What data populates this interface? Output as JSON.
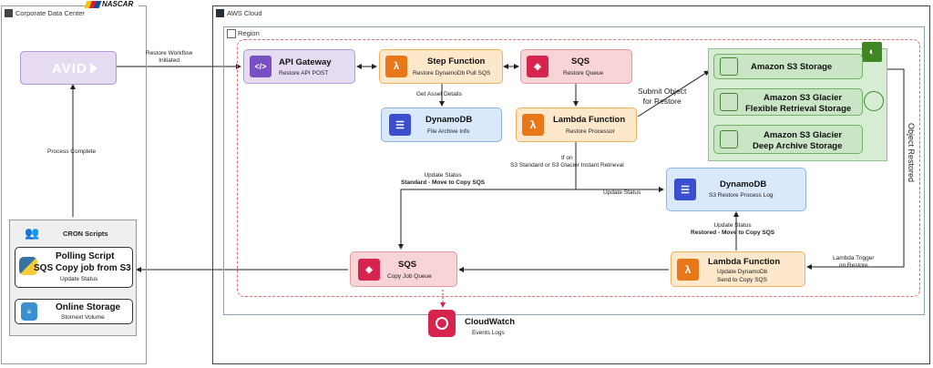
{
  "corporate": {
    "label": "Corporate Data Center",
    "logo": "NASCAR"
  },
  "aws": {
    "label": "AWS Cloud",
    "region": "Region"
  },
  "avid": {
    "logo": "AVID"
  },
  "api_gateway": {
    "title": "API Gateway",
    "sub": "Restore API POST"
  },
  "step_function": {
    "title": "Step Function",
    "sub": "Restore DynamoDb Pull SQS"
  },
  "sqs_restore": {
    "title": "SQS",
    "sub": "Restore Queue"
  },
  "dynamodb_archive": {
    "title": "DynamoDB",
    "sub": "File Archive Info"
  },
  "lambda_restore": {
    "title": "Lambda Function",
    "sub": "Restore Processor"
  },
  "s3": {
    "standard": "Amazon S3 Storage",
    "flexible": [
      "Amazon S3 Glacier",
      "Flexible Retrieval Storage"
    ],
    "deep": [
      "Amazon S3 Glacier",
      "Deep Archive Storage"
    ]
  },
  "dynamodb_log": {
    "title": "DynamoDB",
    "sub": "S3 Restore Process Log"
  },
  "sqs_copy": {
    "title": "SQS",
    "sub": "Copy Job Queue"
  },
  "lambda_copy": {
    "title": "Lambda Function",
    "sub1": "Update DynamoDb",
    "sub2": "Send to Copy SQS"
  },
  "cloudwatch": {
    "title": "CloudWatch",
    "sub": "Events Logs"
  },
  "cron": {
    "title": "CRON Scripts",
    "polling_title1": "Polling Script",
    "polling_title2": "SQS Copy job from S3",
    "polling_sub": "Update Status",
    "storage_title": "Online Storage",
    "storage_sub": "Stornext Volume"
  },
  "edges": {
    "restore_workflow": [
      "Restore  Workflow",
      "Initiated"
    ],
    "process_complete": "Process Complete",
    "get_asset": "Get Asset Details",
    "submit_object": [
      "Submit Object",
      "for Restore"
    ],
    "object_restored": "Object Restored",
    "if_on": [
      "If on",
      "S3 Standard or S3 Glacier Instant Retrieval"
    ],
    "update_status_std": [
      "Update Status",
      "Standard - Move to Copy SQS"
    ],
    "update_status": "Update Status",
    "update_status_restored": [
      "Update Status",
      "Restored - Move to Copy SQS"
    ],
    "lambda_trigger": [
      "Lambda Trigger",
      "on Restore"
    ]
  },
  "colors": {
    "purple": "#7b4fc4",
    "orange": "#e8771a",
    "red": "#d6244e",
    "blue": "#3a4fd0",
    "green": "#3f8624"
  }
}
